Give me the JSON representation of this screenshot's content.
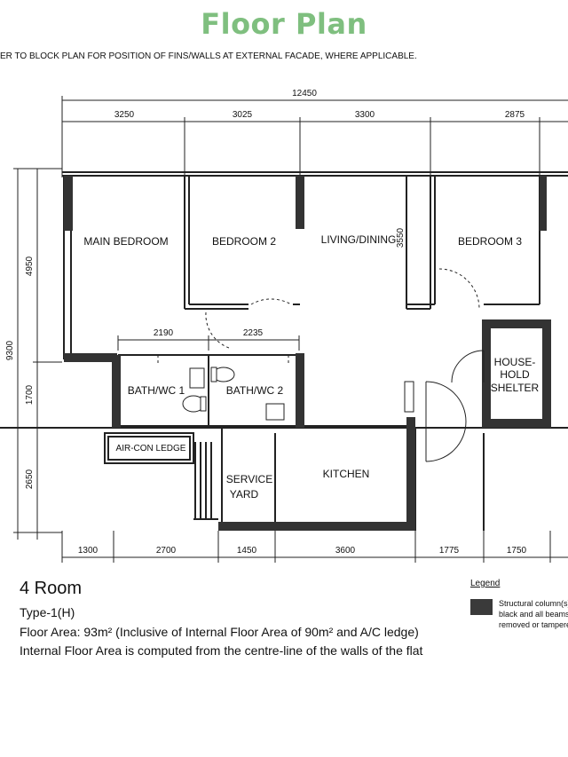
{
  "title": "Floor Plan",
  "note": "ER TO BLOCK PLAN FOR POSITION OF FINS/WALLS AT EXTERNAL FACADE, WHERE APPLICABLE.",
  "dimensions": {
    "total_width": "12450",
    "top": [
      "3250",
      "3025",
      "3300",
      "2875"
    ],
    "bottom": [
      "1300",
      "2700",
      "1450",
      "3600",
      "1775",
      "1750"
    ],
    "left_total": "9300",
    "left": [
      "4950",
      "1700",
      "2650"
    ],
    "bath_row": [
      "2190",
      "2235"
    ],
    "living_depth": "3550"
  },
  "rooms": {
    "main_bedroom": "MAIN BEDROOM",
    "bedroom2": "BEDROOM 2",
    "living_dining": "LIVING/DINING",
    "bedroom3": "BEDROOM 3",
    "bath1": "BATH/WC 1",
    "bath2": "BATH/WC 2",
    "shelter": [
      "HOUSE-",
      "HOLD",
      "SHELTER"
    ],
    "aircon": "AIR-CON LEDGE",
    "service_yard": [
      "SERVICE",
      "YARD"
    ],
    "kitchen": "KITCHEN"
  },
  "info": {
    "room_type": "4 Room",
    "type": "Type-1(H)",
    "floor_area": "Floor Area: 93m² (Inclusive of Internal Floor Area of 90m² and A/C ledge)",
    "internal_area": "Internal Floor Area is computed from the centre-line of the walls of the flat"
  },
  "legend": {
    "title": "Legend",
    "text_line1": "Structural column(s)/",
    "text_line2": "black and all beams/",
    "text_line3": "removed or tampere"
  }
}
